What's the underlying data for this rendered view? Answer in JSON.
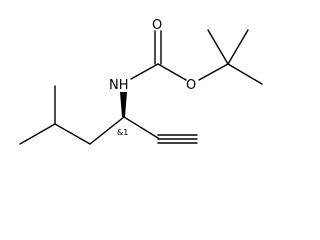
{
  "diagram": {
    "atom_labels": {
      "carbonyl_oxygen": "O",
      "ester_oxygen": "O",
      "amine_nitrogen": "NH"
    },
    "stereo_label": "&1",
    "colors": {
      "ink": "#000000",
      "background": "#ffffff"
    }
  }
}
